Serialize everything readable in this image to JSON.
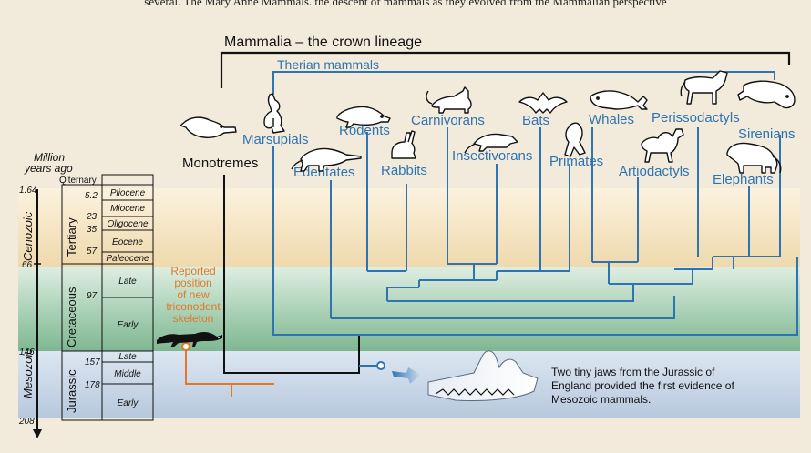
{
  "caption": "several. The Mary Anne Mammals. the descent of mammals as they evolved from the Mammalian perspective",
  "titles": {
    "crown": "Mammalia – the crown lineage",
    "therian": "Therian  mammals"
  },
  "axis": {
    "title_line1": "Million",
    "title_line2": "years ago",
    "eras": [
      "Cenozoic",
      "Mesozoic"
    ],
    "periods": [
      "Tertiary",
      "Cretaceous",
      "Jurassic"
    ],
    "quaternary": "Q'ternary",
    "ages": [
      "1.64",
      "5.2",
      "23",
      "35",
      "57",
      "66",
      "97",
      "146",
      "157",
      "178",
      "208"
    ],
    "epochs": [
      "Pliocene",
      "Miocene",
      "Oligocene",
      "Eocene",
      "Paleocene",
      "Late",
      "Early",
      "Late",
      "Middle",
      "Early"
    ]
  },
  "taxa": [
    {
      "name": "Monotremes",
      "lineage": "crown",
      "silhouette": "platypus-icon"
    },
    {
      "name": "Marsupials",
      "lineage": "therian",
      "silhouette": "kangaroo-icon"
    },
    {
      "name": "Edentates",
      "lineage": "therian",
      "silhouette": "anteater-icon"
    },
    {
      "name": "Rodents",
      "lineage": "therian",
      "silhouette": "rodent-icon"
    },
    {
      "name": "Rabbits",
      "lineage": "therian",
      "silhouette": "rabbit-icon"
    },
    {
      "name": "Carnivorans",
      "lineage": "therian",
      "silhouette": "cat-icon"
    },
    {
      "name": "Insectivorans",
      "lineage": "therian",
      "silhouette": "shrew-icon"
    },
    {
      "name": "Bats",
      "lineage": "therian",
      "silhouette": "bat-icon"
    },
    {
      "name": "Primates",
      "lineage": "therian",
      "silhouette": "primate-icon"
    },
    {
      "name": "Whales",
      "lineage": "therian",
      "silhouette": "whale-icon"
    },
    {
      "name": "Artiodactyls",
      "lineage": "therian",
      "silhouette": "camel-icon"
    },
    {
      "name": "Perissodactyls",
      "lineage": "therian",
      "silhouette": "horse-icon"
    },
    {
      "name": "Elephants",
      "lineage": "therian",
      "silhouette": "elephant-icon"
    },
    {
      "name": "Sirenians",
      "lineage": "therian",
      "silhouette": "manatee-icon"
    }
  ],
  "fossil_note": [
    "Reported",
    "position",
    "of new",
    "triconodont",
    "skeleton"
  ],
  "jaw_note": [
    "Two tiny jaws from the Jurassic of",
    "England provided the first evidence of",
    "Mesozoic mammals."
  ],
  "colors": {
    "background": "#f2ebdc",
    "cenozoic_band": "#f3e2bd",
    "cretaceous_band": "#92c4a4",
    "jurassic_band": "#c6d2e2",
    "crown_line": "#111111",
    "therian_line": "#2f74b0",
    "therian_label": "#2f74b0",
    "fossil_line": "#e07a26",
    "fossil_label": "#e07a26"
  }
}
